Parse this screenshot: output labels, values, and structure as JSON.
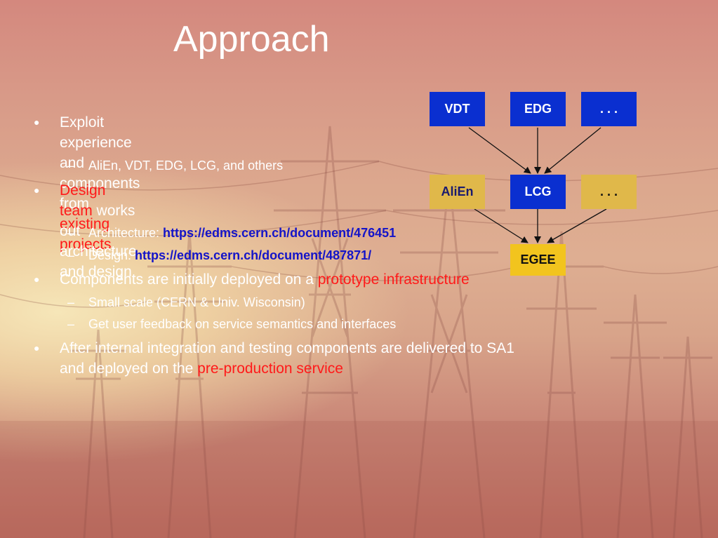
{
  "slide": {
    "title": "Approach",
    "bullets": [
      {
        "line1": "Exploit experience and components",
        "line2_prefix": "from ",
        "line2_highlight": "existing projects",
        "subs": [
          {
            "text": "AliEn, VDT, EDG, LCG, and others"
          }
        ]
      },
      {
        "line1_highlight": "Design team",
        "line1_rest": " works out architecture",
        "line2": "and design",
        "subs": [
          {
            "label": "Architecture: ",
            "link": "https://edms.cern.ch/document/476451"
          },
          {
            "label": "Design: ",
            "link": "https://edms.cern.ch/document/487871/"
          }
        ]
      },
      {
        "prefix": "Components are initially deployed on a ",
        "highlight": "prototype infrastructure",
        "subs": [
          {
            "text": "Small scale (CERN & Univ. Wisconsin)"
          },
          {
            "text": "Get user feedback on service semantics and interfaces"
          }
        ]
      },
      {
        "line1": "After internal integration and testing components are delivered to SA1",
        "line2_prefix": "and deployed on the ",
        "line2_highlight": "pre-production service"
      }
    ]
  },
  "diagram": {
    "nodes": {
      "vdt": "VDT",
      "edg": "EDG",
      "dots_top": ". . .",
      "alien": "AliEn",
      "lcg": "LCG",
      "dots_mid": ". . .",
      "egee": "EGEE"
    },
    "colors": {
      "blue": "#0a2fd0",
      "gold": "#e0b84a",
      "egee": "#f2c41e",
      "highlight_red": "#ff1a1a",
      "link_blue": "#1414c8"
    }
  }
}
